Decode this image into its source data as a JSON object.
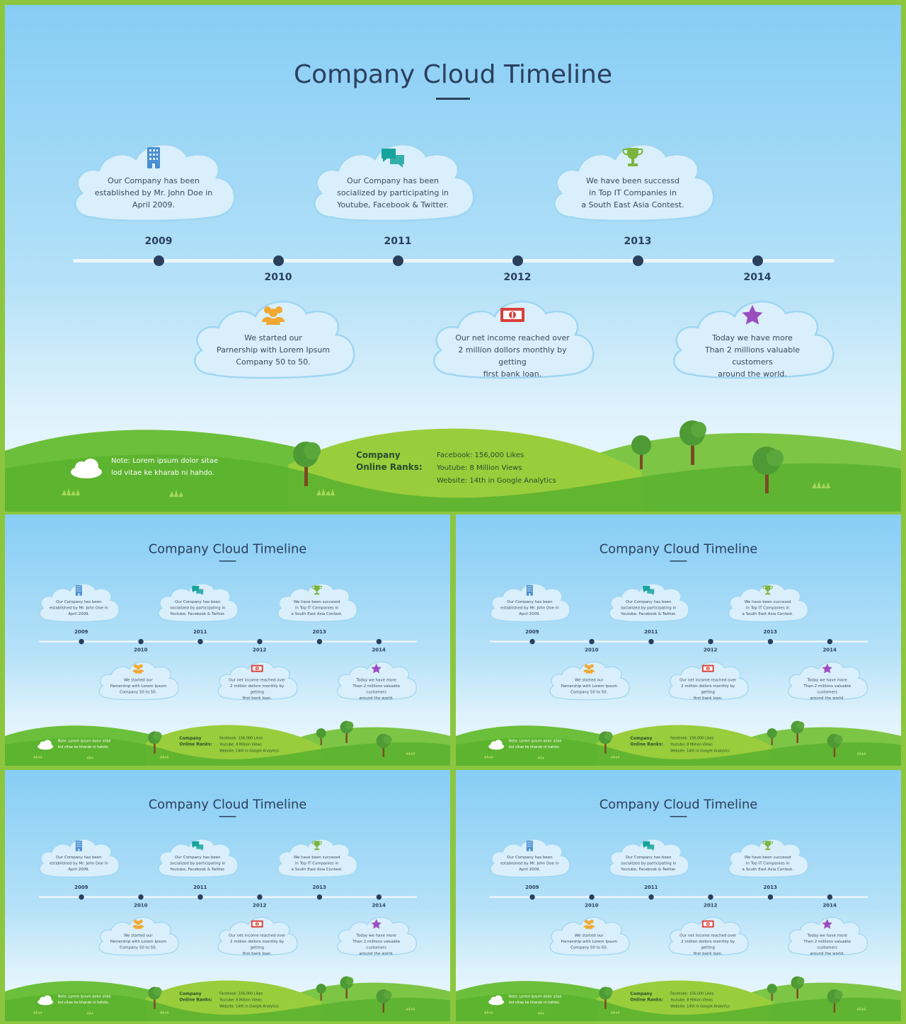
{
  "title": "Company Cloud Timeline",
  "timeline": [
    {
      "year": "2009",
      "position": "above",
      "icon": "building-icon",
      "icon_color": "#4a8fd0",
      "lines": [
        "Our Company has been",
        "established by Mr. John Doe in",
        "April 2009."
      ]
    },
    {
      "year": "2010",
      "position": "below",
      "icon": "people-icon",
      "icon_color": "#f0a830",
      "lines": [
        "We started our",
        "Parnership with Lorem Ipsum",
        "Company 50 to 50."
      ]
    },
    {
      "year": "2011",
      "position": "above",
      "icon": "chat-icon",
      "icon_color": "#17a39b",
      "lines": [
        "Our Company has been",
        "socialized by participating in",
        "Youtube, Facebook & Twitter."
      ]
    },
    {
      "year": "2012",
      "position": "below",
      "icon": "money-icon",
      "icon_color": "#d8403a",
      "lines": [
        "Our net income reached over",
        "2 million dollors monthly by getting",
        "first bank loan."
      ]
    },
    {
      "year": "2013",
      "position": "above",
      "icon": "trophy-icon",
      "icon_color": "#7bb540",
      "lines": [
        "We have been successd",
        "in Top IT Companies in",
        "a South East Asia Contest."
      ]
    },
    {
      "year": "2014",
      "position": "below",
      "icon": "star-icon",
      "icon_color": "#9b4fbf",
      "lines": [
        "Today we have more",
        "Than 2 millions valuable customers",
        "around the world."
      ]
    }
  ],
  "footer": {
    "note_lines": [
      "Note: Lorem ipsum dolor sitae",
      "lod vitae ke kharab ni hahdo."
    ],
    "ranks_label": "Company Online Ranks:",
    "ranks": [
      "Facebook: 156,000 Likes",
      "Youtube: 8 Million Views",
      "Website: 14th in Google Analytics"
    ]
  },
  "colors": {
    "sky_top": "#86cdf5",
    "grass": "#8cc63f",
    "text_dark": "#2b3f5c"
  }
}
